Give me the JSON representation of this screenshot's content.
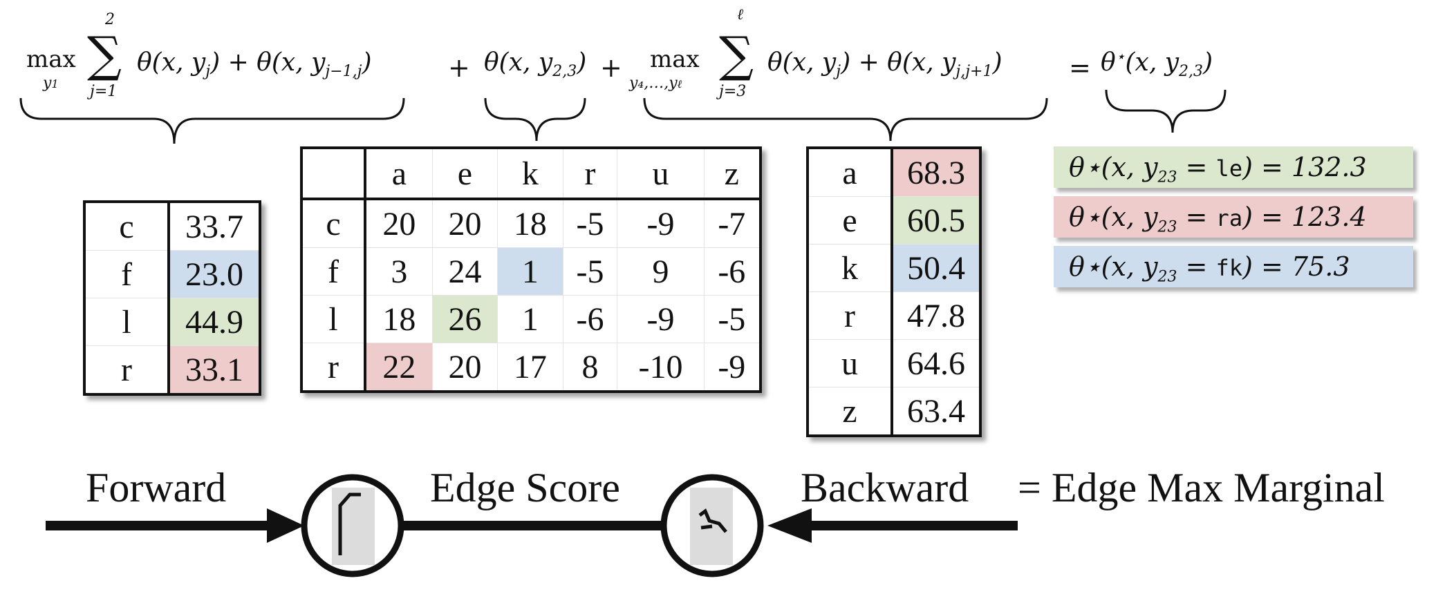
{
  "formula": {
    "max_word": "max",
    "sub_y1": "y",
    "sub_y1_index": "1",
    "sum_top_left": "2",
    "sum_bottom_left": "j=1",
    "term_left": "θ(x, y",
    "term_left_sub": "j",
    "term_left_plus": ") + θ(x, y",
    "term_left_sub2": "j−1,j",
    "term_left_close": ")",
    "plus1": "+",
    "term_mid": "θ(x, y",
    "term_mid_sub": "2,3",
    "term_mid_close": ")",
    "plus2": "+",
    "sub_right": "y₄,…,y",
    "sub_right_ell": "ℓ",
    "sum_top_right": "ℓ",
    "sum_bottom_right": "j=3",
    "term_right": "θ(x, y",
    "term_right_sub": "j",
    "term_right_plus": ") + θ(x, y",
    "term_right_sub2": "j,j+1",
    "term_right_close": ")",
    "equals": "=",
    "result_term": "θ",
    "result_star": "⋆",
    "result_args": "(x, y",
    "result_sub": "2,3",
    "result_close": ")"
  },
  "forward_table": {
    "rows": [
      {
        "label": "c",
        "value": "33.7",
        "highlight": ""
      },
      {
        "label": "f",
        "value": "23.0",
        "highlight": "blue"
      },
      {
        "label": "l",
        "value": "44.9",
        "highlight": "green"
      },
      {
        "label": "r",
        "value": "33.1",
        "highlight": "red"
      }
    ]
  },
  "edge_table": {
    "columns": [
      "a",
      "e",
      "k",
      "r",
      "u",
      "z"
    ],
    "rows": [
      {
        "label": "c",
        "values": [
          "20",
          "20",
          "18",
          "-5",
          "-9",
          "-7"
        ]
      },
      {
        "label": "f",
        "values": [
          "3",
          "24",
          "1",
          "-5",
          "9",
          "-6"
        ]
      },
      {
        "label": "l",
        "values": [
          "18",
          "26",
          "1",
          "-6",
          "-9",
          "-5"
        ]
      },
      {
        "label": "r",
        "values": [
          "22",
          "20",
          "17",
          "8",
          "-10",
          "-9"
        ]
      }
    ],
    "highlights": [
      {
        "row": 1,
        "col": 2,
        "color": "blue"
      },
      {
        "row": 2,
        "col": 1,
        "color": "green"
      },
      {
        "row": 3,
        "col": 0,
        "color": "red"
      }
    ]
  },
  "backward_table": {
    "rows": [
      {
        "label": "a",
        "value": "68.3",
        "highlight": "red"
      },
      {
        "label": "e",
        "value": "60.5",
        "highlight": "green"
      },
      {
        "label": "k",
        "value": "50.4",
        "highlight": "blue"
      },
      {
        "label": "r",
        "value": "47.8",
        "highlight": ""
      },
      {
        "label": "u",
        "value": "64.6",
        "highlight": ""
      },
      {
        "label": "z",
        "value": "63.4",
        "highlight": ""
      }
    ]
  },
  "results": [
    {
      "prefix": "θ⋆(x, y",
      "sub": "23",
      "eq": " = ",
      "pair": "le",
      "suffix": ") = 132.3",
      "color": "green"
    },
    {
      "prefix": "θ⋆(x, y",
      "sub": "23",
      "eq": " = ",
      "pair": "ra",
      "suffix": ") = 123.4",
      "color": "red"
    },
    {
      "prefix": "θ⋆(x, y",
      "sub": "23",
      "eq": " = ",
      "pair": "fk",
      "suffix": ") = 75.3",
      "color": "blue"
    }
  ],
  "bottom": {
    "forward": "Forward",
    "edge_score": "Edge Score",
    "backward": "Backward",
    "edge_max_marginal": "= Edge Max Marginal"
  },
  "colors": {
    "green": "#dbe8cd",
    "red": "#efcccc",
    "blue": "#cddded",
    "stroke": "#111111",
    "glyph_bg": "#dcdcdc"
  }
}
